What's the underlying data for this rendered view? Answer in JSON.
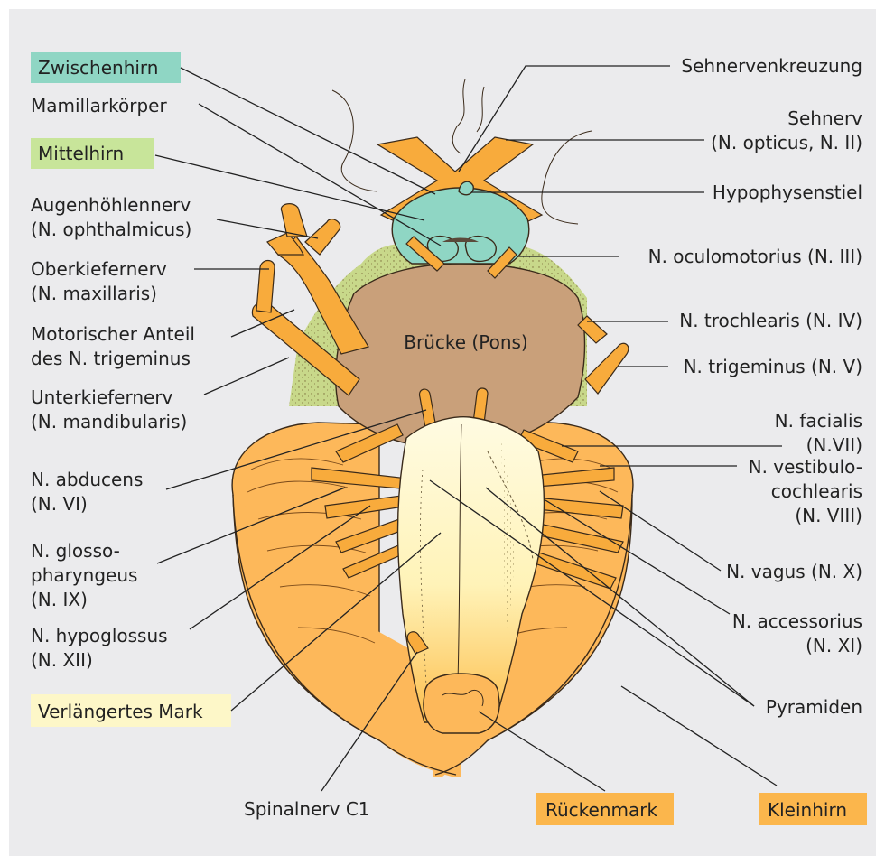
{
  "colors": {
    "panel_bg": "#ebebed",
    "cerebellum": "#fdb85a",
    "pons": "#c9a07a",
    "nerve": "#f8ab3c",
    "diencephalon": "#8fd6c4",
    "midbrain": "#c8d88a",
    "medulla": "#fff6c8",
    "box_green": "#8fd6c4",
    "box_lightgreen": "#c8e59a",
    "box_yellow": "#fdf7c8",
    "box_orange": "#fbb64c"
  },
  "labels": {
    "zwischenhirn": "Zwischenhirn",
    "mamillarkoerper": "Mamillarkörper",
    "mittelhirn": "Mittelhirn",
    "augenhoehlennerv_1": "Augenhöhlennerv",
    "augenhoehlennerv_2": "(N. ophthalmicus)",
    "oberkiefernerv_1": "Oberkiefernerv",
    "oberkiefernerv_2": "(N. maxillaris)",
    "motorischer_1": "Motorischer Anteil",
    "motorischer_2": "des N. trigeminus",
    "unterkiefernerv_1": "Unterkiefernerv",
    "unterkiefernerv_2": "(N. mandibularis)",
    "abducens_1": "N. abducens",
    "abducens_2": "(N. VI)",
    "glosso_1": "N. glosso-",
    "glosso_2": "pharyngeus",
    "glosso_3": "(N. IX)",
    "hypoglossus_1": "N. hypoglossus",
    "hypoglossus_2": "(N. XII)",
    "verlaengertes_mark": "Verlängertes Mark",
    "spinalnerv": "Spinalnerv C1",
    "rueckenmark": "Rückenmark",
    "kleinhirn": "Kleinhirn",
    "pyramiden": "Pyramiden",
    "accessorius_1": "N. accessorius",
    "accessorius_2": "(N. XI)",
    "vagus": "N. vagus (N. X)",
    "vestibulo_1": "N. vestibulo-",
    "vestibulo_2": "cochlearis",
    "vestibulo_3": "(N. VIII)",
    "facialis_1": "N. facialis",
    "facialis_2": "(N.VII)",
    "trigeminus": "N. trigeminus (N. V)",
    "trochlearis": "N. trochlearis (N. IV)",
    "oculomotorius": "N. oculomotorius (N. III)",
    "hypophysenstiel": "Hypophysenstiel",
    "sehnerv_1": "Sehnerv",
    "sehnerv_2": "(N. opticus, N. II)",
    "sehnervenkreuzung": "Sehnervenkreuzung",
    "bruecke": "Brücke (Pons)"
  }
}
